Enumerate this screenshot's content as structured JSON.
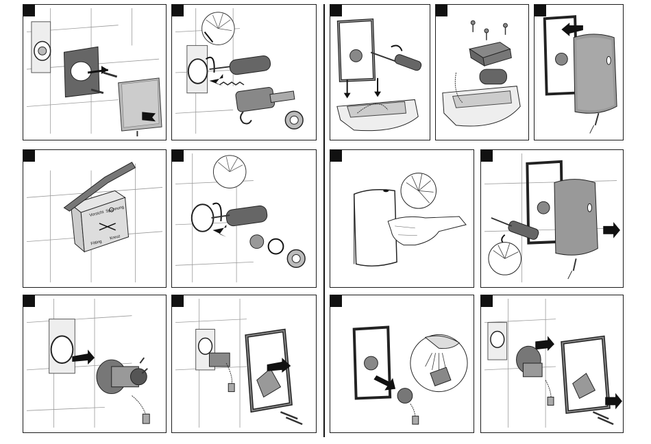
{
  "box_label": {
    "line1": "Vorsicht",
    "line2": "Spannung",
    "line3": "Fitting",
    "line4": "Kreuz"
  }
}
